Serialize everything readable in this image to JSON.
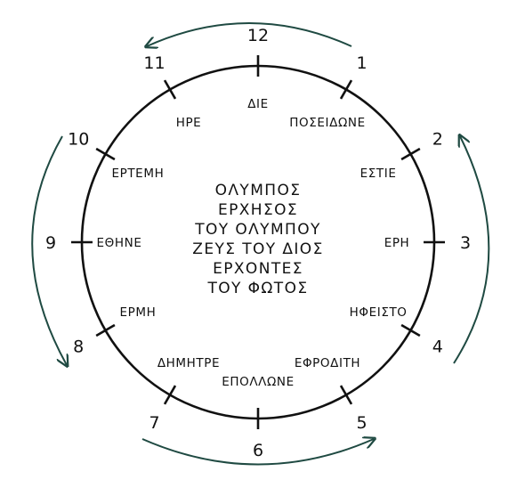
{
  "colors": {
    "ink": "#111111",
    "arrow": "#1f4a42",
    "background": "#ffffff"
  },
  "center_text": [
    "ΟΛΥΜΠΟΣ",
    "ΕΡΧΗΣΟΣ",
    "ΤΟΥ ΟΛΥΜΠΟΥ",
    "ΖΕΥΣ ΤΟΥ ΔΙΟΣ",
    "ΕΡΧΟΝΤΕΣ",
    "ΤΟΥ ΦΩΤΟΣ"
  ],
  "hours": [
    {
      "number": "12",
      "name": "ΔΙΕ"
    },
    {
      "number": "1",
      "name": "ΠΟΣΕΙΔΩΝΕ"
    },
    {
      "number": "2",
      "name": "ΕΣΤΙΕ"
    },
    {
      "number": "3",
      "name": "ΕΡΗ"
    },
    {
      "number": "4",
      "name": "ΗΦΕΙΣΤΟ"
    },
    {
      "number": "5",
      "name": "ΕΦΡΟΔΙΤΗ"
    },
    {
      "number": "6",
      "name": "ΕΠΟΛΛΩΝΕ"
    },
    {
      "number": "7",
      "name": "ΔΗΜΗΤΡΕ"
    },
    {
      "number": "8",
      "name": "ΕΡΜΗ"
    },
    {
      "number": "9",
      "name": "ΕΘΗΝΕ"
    },
    {
      "number": "10",
      "name": "ΕΡΤΕΜΗ"
    },
    {
      "number": "11",
      "name": "ΗΡΕ"
    }
  ]
}
